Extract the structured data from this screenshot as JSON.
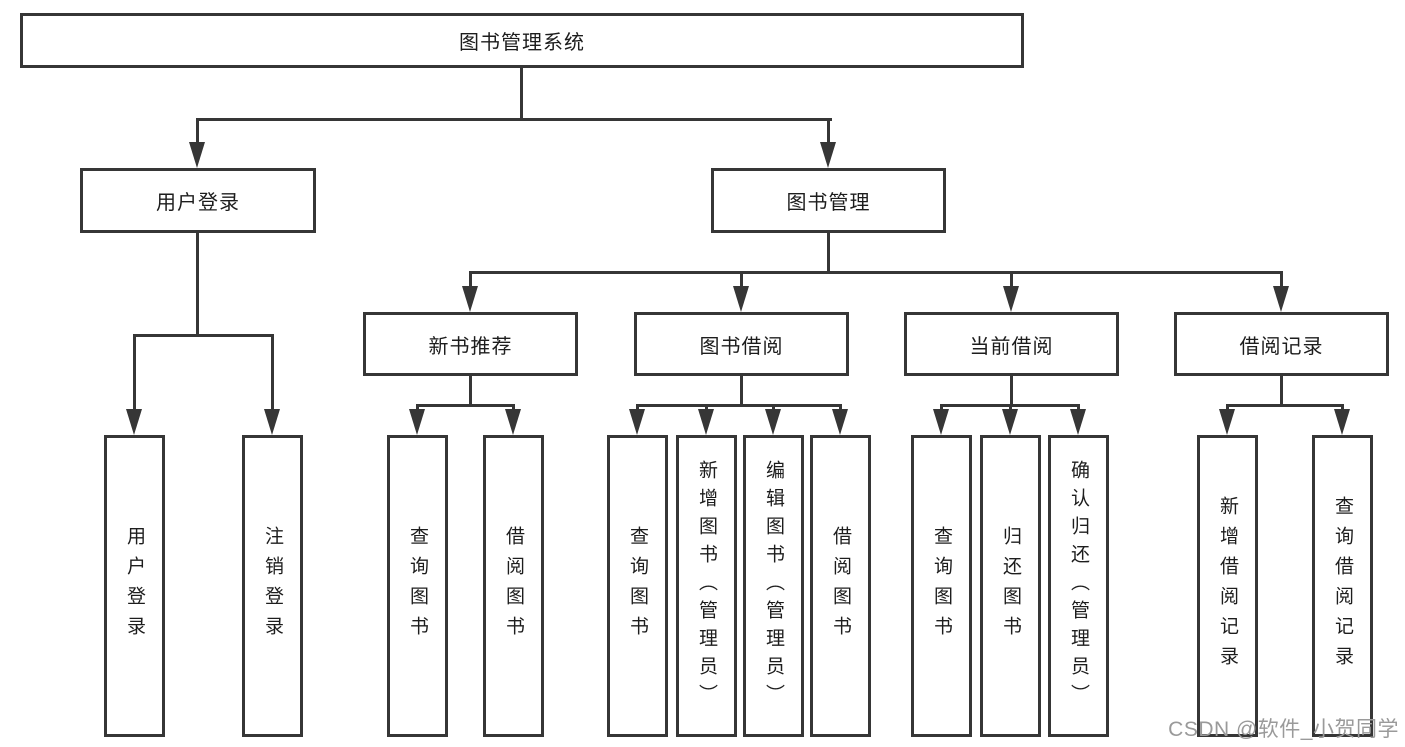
{
  "diagram": {
    "title_node": "图书管理系统",
    "level2": {
      "user_login": "用户登录",
      "book_mgmt": "图书管理"
    },
    "level3": {
      "new_book_rec": "新书推荐",
      "book_borrow": "图书借阅",
      "current_borrow": "当前借阅",
      "borrow_records": "借阅记录"
    },
    "leaves": {
      "user_login_leaf": "用户登录",
      "logout_leaf": "注销登录",
      "rec_query_books": "查询图书",
      "rec_borrow_books": "借阅图书",
      "bb_query_books": "查询图书",
      "bb_add_books": "新增图书（管理员）",
      "bb_edit_books": "编辑图书（管理员）",
      "bb_borrow_books": "借阅图书",
      "cb_query_books": "查询图书",
      "cb_return_books": "归还图书",
      "cb_confirm_return": "确认归还（管理员）",
      "br_add_record": "新增借阅记录",
      "br_query_record": "查询借阅记录"
    }
  },
  "watermark": "CSDN @软件_小贺同学",
  "colors": {
    "line": "#363636",
    "text": "#1d1d1d",
    "watermark": "#9a9a9a",
    "background": "#ffffff"
  }
}
